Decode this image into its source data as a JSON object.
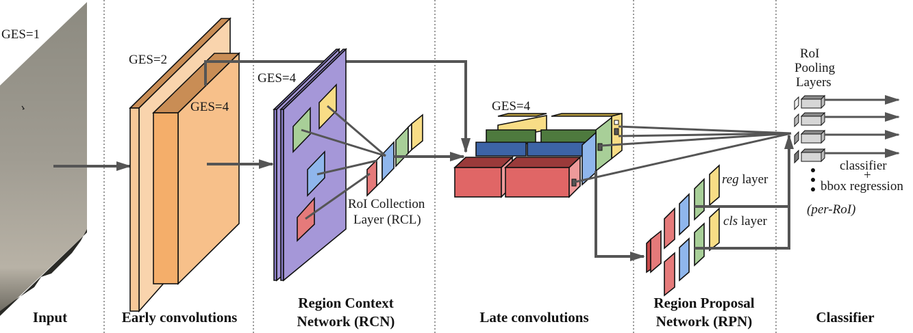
{
  "figure": {
    "sections": [
      {
        "id": "input",
        "label_lines": [
          "Input"
        ]
      },
      {
        "id": "early",
        "label_lines": [
          "Early convolutions"
        ]
      },
      {
        "id": "rcn",
        "label_lines": [
          "Region Context",
          "Network (RCN)"
        ]
      },
      {
        "id": "late",
        "label_lines": [
          "Late convolutions"
        ]
      },
      {
        "id": "rpn",
        "label_lines": [
          "Region Proposal",
          "Network (RPN)"
        ]
      },
      {
        "id": "classifier",
        "label_lines": [
          "Classifier"
        ]
      }
    ],
    "annotations": {
      "ges_input": "GES=1",
      "ges_early_1": "GES=2",
      "ges_early_2": "GES=4",
      "ges_rcn": "GES=4",
      "ges_late": "GES=4",
      "rcl_line1": "RoI Collection",
      "rcl_line2": "Layer (RCL)",
      "reg_italic": "reg",
      "reg_rest": " layer",
      "cls_italic": "cls",
      "cls_rest": " layer",
      "roi_pool_1": "RoI",
      "roi_pool_2": "Pooling",
      "roi_pool_3": "Layers",
      "clf_1": "classifier",
      "clf_plus": "+",
      "clf_2": "bbox regression",
      "per_roi": "(per-RoI)"
    },
    "colors": {
      "early_light": "#f9d4ad",
      "early_mid": "#f7c08a",
      "early_dark": "#f4ae6a",
      "early_top": "#c98d55",
      "rcn_purple": "#a597d8",
      "roi_red": "#e57a7a",
      "roi_green": "#a8cf98",
      "roi_blue": "#8fb6ec",
      "roi_yellow": "#f8dd86",
      "late_red": "#e06666",
      "late_red_top": "#9a3a3a",
      "late_blue_top": "#3d64a6",
      "late_green_top": "#4e7a3e",
      "late_yellow_top": "#b49a3e",
      "arrow": "#555555"
    }
  }
}
